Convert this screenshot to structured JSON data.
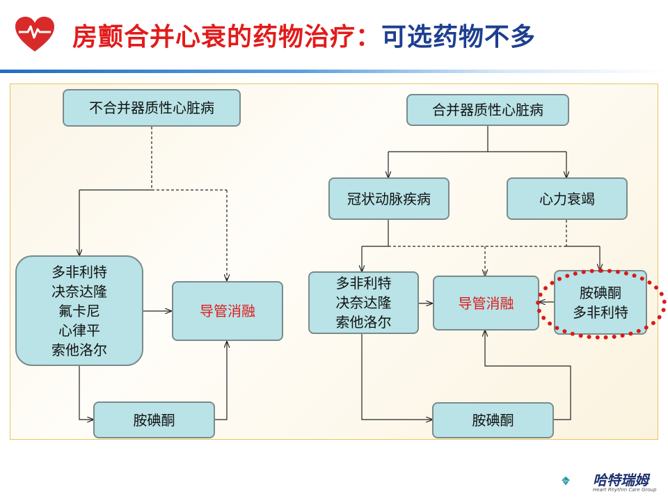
{
  "title": {
    "part1": "房颤合并心衰的药物治疗：",
    "part2": "可选药物不多"
  },
  "left": {
    "root": "不合并器质性心脏病",
    "drugs": [
      "多非利特",
      "决奈达隆",
      "氟卡尼",
      "心律平",
      "索他洛尔"
    ],
    "ablation": "导管消融",
    "amiodarone": "胺碘酮"
  },
  "right": {
    "root": "合并器质性心脏病",
    "cad": "冠状动脉疾病",
    "hf": "心力衰竭",
    "drugs": [
      "多非利特",
      "决奈达隆",
      "索他洛尔"
    ],
    "ablation": "导管消融",
    "hf_drugs": [
      "胺碘酮",
      "多非利特"
    ],
    "amiodarone": "胺碘酮"
  },
  "brand": {
    "name": "哈特瑞姆",
    "tagline": "Heart Rhythm Care Group"
  },
  "colors": {
    "title_red": "#e21b1b",
    "title_blue": "#1d3f8f",
    "box_fill": "#b9e3e6",
    "ablation_text": "#e01a1a",
    "highlight": "#d81b1b"
  },
  "icons": [
    "heart-ecg-icon",
    "brand-logo-icon"
  ]
}
